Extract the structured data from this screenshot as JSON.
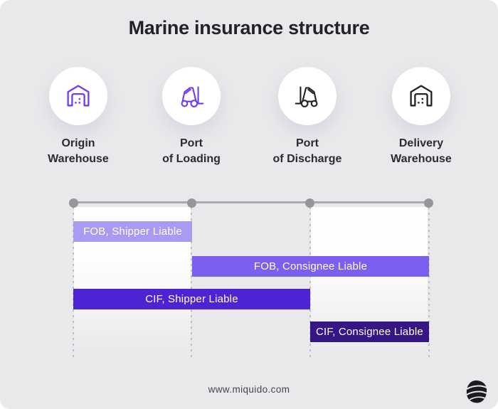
{
  "page": {
    "title": "Marine insurance structure",
    "footer_url": "www.miquido.com",
    "background_color": "#e9e8ea",
    "accent_purple": "#6f3cf5",
    "icon_dark": "#232228"
  },
  "stages": [
    {
      "label": [
        "Origin",
        "Warehouse"
      ],
      "icon": "warehouse-icon",
      "icon_color": "#6f3cf5"
    },
    {
      "label": [
        "Port",
        "of Loading"
      ],
      "icon": "forklift-right-icon",
      "icon_color": "#6f3cf5"
    },
    {
      "label": [
        "Port",
        "of Discharge"
      ],
      "icon": "forklift-left-icon",
      "icon_color": "#232228"
    },
    {
      "label": [
        "Delivery",
        "Warehouse"
      ],
      "icon": "warehouse-icon",
      "icon_color": "#232228"
    }
  ],
  "chart": {
    "type": "gantt",
    "stages": [
      "Origin Warehouse",
      "Port of Loading",
      "Port of Discharge",
      "Delivery Warehouse"
    ],
    "bars": [
      {
        "label": "FOB, Shipper Liable",
        "from": "Origin Warehouse",
        "to": "Port of Loading",
        "color": "#a89bf1"
      },
      {
        "label": "FOB, Consignee Liable",
        "from": "Port of Loading",
        "to": "Delivery Warehouse",
        "color": "#7c5fee"
      },
      {
        "label": "CIF, Shipper Liable",
        "from": "Origin Warehouse",
        "to": "Port of Discharge",
        "color": "#4e23d3"
      },
      {
        "label": "CIF, Consignee Liable",
        "from": "Port of Discharge",
        "to": "Delivery Warehouse",
        "color": "#361584"
      }
    ],
    "axis_color": "#aaa9af",
    "dot_color": "#96959c"
  }
}
